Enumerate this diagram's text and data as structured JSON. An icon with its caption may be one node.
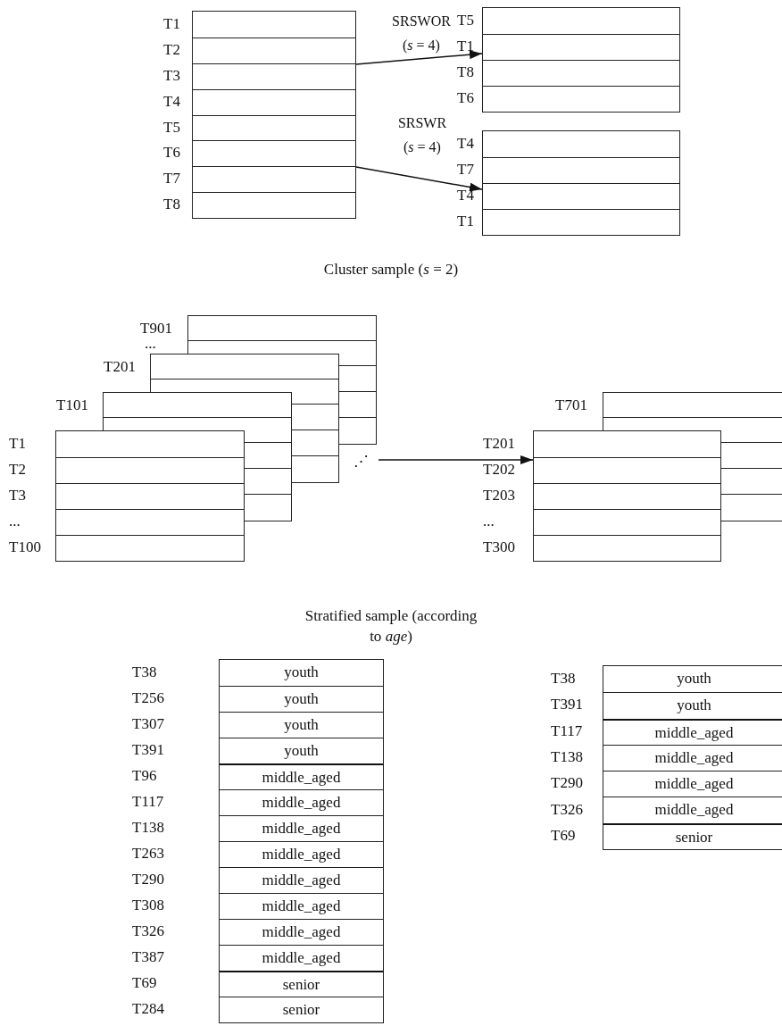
{
  "diagram": {
    "nodes": [
      {
        "text": [],
        "shape": "box",
        "beside": [
          "T1",
          "T2",
          "T3",
          "T4",
          "T5",
          "T6",
          "T7",
          "T8"
        ]
      },
      {
        "text": [],
        "shape": "box",
        "beside": [
          "T5",
          "T1",
          "T8",
          "T6"
        ]
      },
      {
        "text": [],
        "shape": "box",
        "beside": [
          "T4",
          "T7",
          "T4",
          "T1"
        ]
      },
      {
        "text": [],
        "shape": "box",
        "beside": [
          "T901"
        ]
      },
      {
        "text": [],
        "shape": "box",
        "beside": [
          "T201"
        ]
      },
      {
        "text": [],
        "shape": "box",
        "beside": [
          "T101"
        ]
      },
      {
        "text": [],
        "shape": "box",
        "beside": [
          "T1",
          "T2",
          "T3",
          "...",
          "T100"
        ]
      },
      {
        "text": [],
        "shape": "box",
        "beside": [
          "T701"
        ]
      },
      {
        "text": [],
        "shape": "box",
        "beside": [
          "T201",
          "T202",
          "T203",
          "...",
          "T300"
        ]
      },
      {
        "text": [
          "youth",
          "youth",
          "youth",
          "youth",
          "middle_aged",
          "middle_aged",
          "middle_aged",
          "middle_aged",
          "middle_aged",
          "middle_aged",
          "middle_aged",
          "middle_aged",
          "senior",
          "senior"
        ],
        "beside": [
          "T38",
          "T256",
          "T307",
          "T391",
          "T96",
          "T117",
          "T138",
          "T263",
          "T290",
          "T308",
          "T326",
          "T387",
          "T69",
          "T284"
        ]
      },
      {
        "text": [
          "youth",
          "youth",
          "middle_aged",
          "middle_aged",
          "middle_aged",
          "middle_aged",
          "senior"
        ],
        "beside": [
          "T38",
          "T391",
          "T117",
          "T138",
          "T290",
          "T326",
          "T69"
        ]
      }
    ],
    "edges": [
      {
        "from": 0,
        "to": 1,
        "arrow": "to",
        "label": "SRSWOR (*s* = 4)"
      },
      {
        "from": 0,
        "to": 2,
        "arrow": "to",
        "label": "SRSWR (*s* = 4)"
      },
      {
        "from": null,
        "to": 8,
        "arrow": "to"
      }
    ],
    "labels": [
      "Cluster sample (*s* = 2)",
      "...",
      "⋰",
      "Stratified sample (according to *age*)"
    ]
  }
}
